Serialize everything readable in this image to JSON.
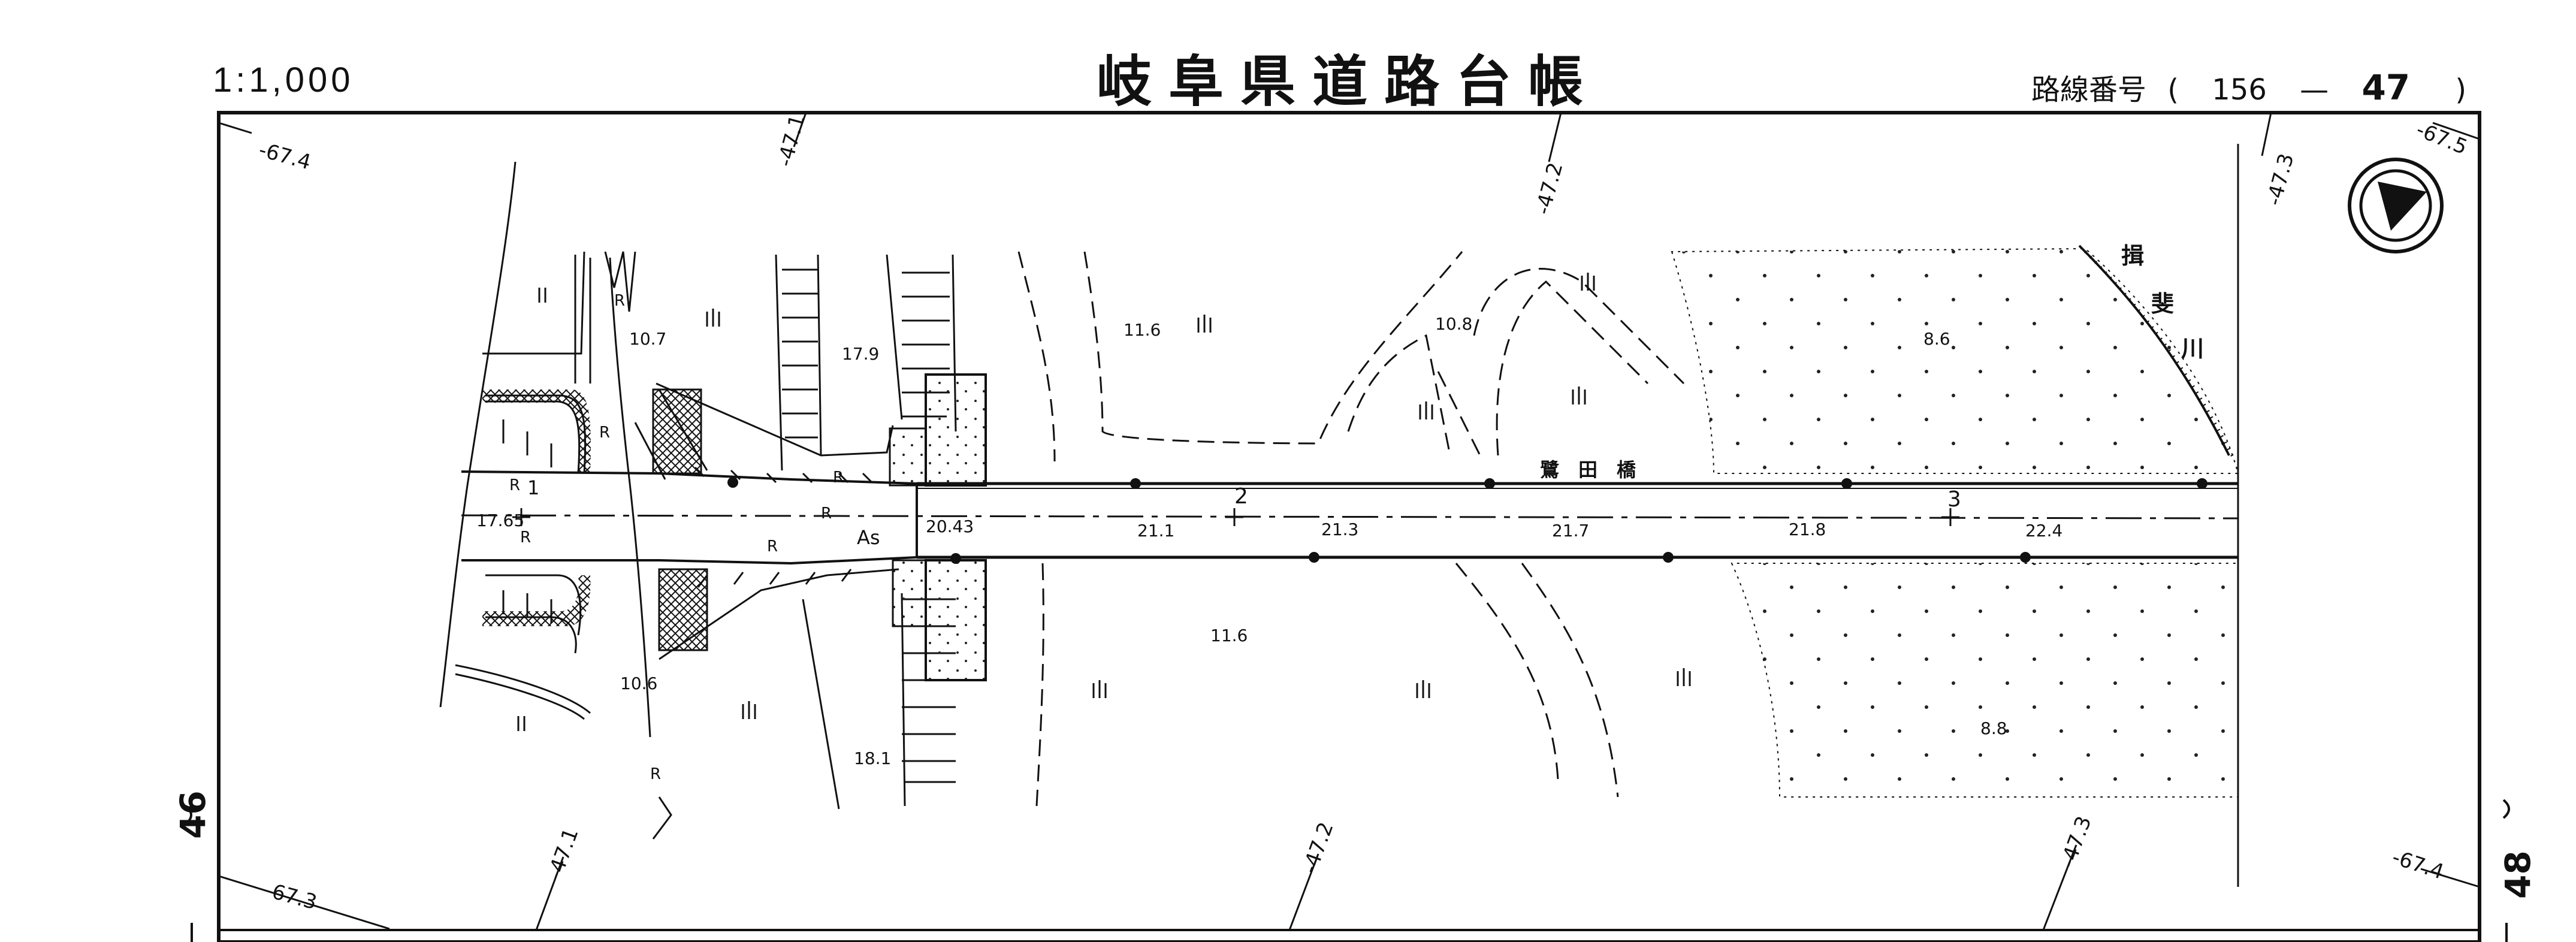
{
  "header": {
    "scale": "1:1,000",
    "title": "岐阜県道路台帳",
    "route_label": "路線番号",
    "route_open": "(",
    "route_no_a": "156",
    "route_dash": "—",
    "route_no_b": "47",
    "route_close": ")"
  },
  "adjacent_sheets": {
    "left": "46",
    "right": "48"
  },
  "grid_labels": {
    "tl": "-67.4",
    "tr": "-67.5",
    "bl": "-67.3",
    "br": "-67.4",
    "top_a": "-47.1",
    "top_b": "-47.2",
    "top_c": "-47.3",
    "bot_a": "-47.1",
    "bot_b": "-47.2",
    "bot_c": "-47.3"
  },
  "map": {
    "bridge_name": "鷺　田　橋",
    "river_name": "揖斐川",
    "river_chars": [
      "揖",
      "斐",
      "川"
    ],
    "pavement": "As",
    "stations": [
      "1",
      "2",
      "3"
    ],
    "road_r": "R",
    "elevations": {
      "e1": "17.65",
      "e2": "20.43",
      "e3": "21.1",
      "e4": "21.3",
      "e5": "21.7",
      "e6": "21.8",
      "e7": "22.4",
      "e8": "10.7",
      "e9": "17.9",
      "e10": "11.6",
      "e11": "10.8",
      "e12": "8.6",
      "e13": "11.6",
      "e14": "10.6",
      "e15": "18.1",
      "e16": "8.8"
    }
  },
  "colors": {
    "ink": "#111111",
    "paper": "#ffffff"
  }
}
